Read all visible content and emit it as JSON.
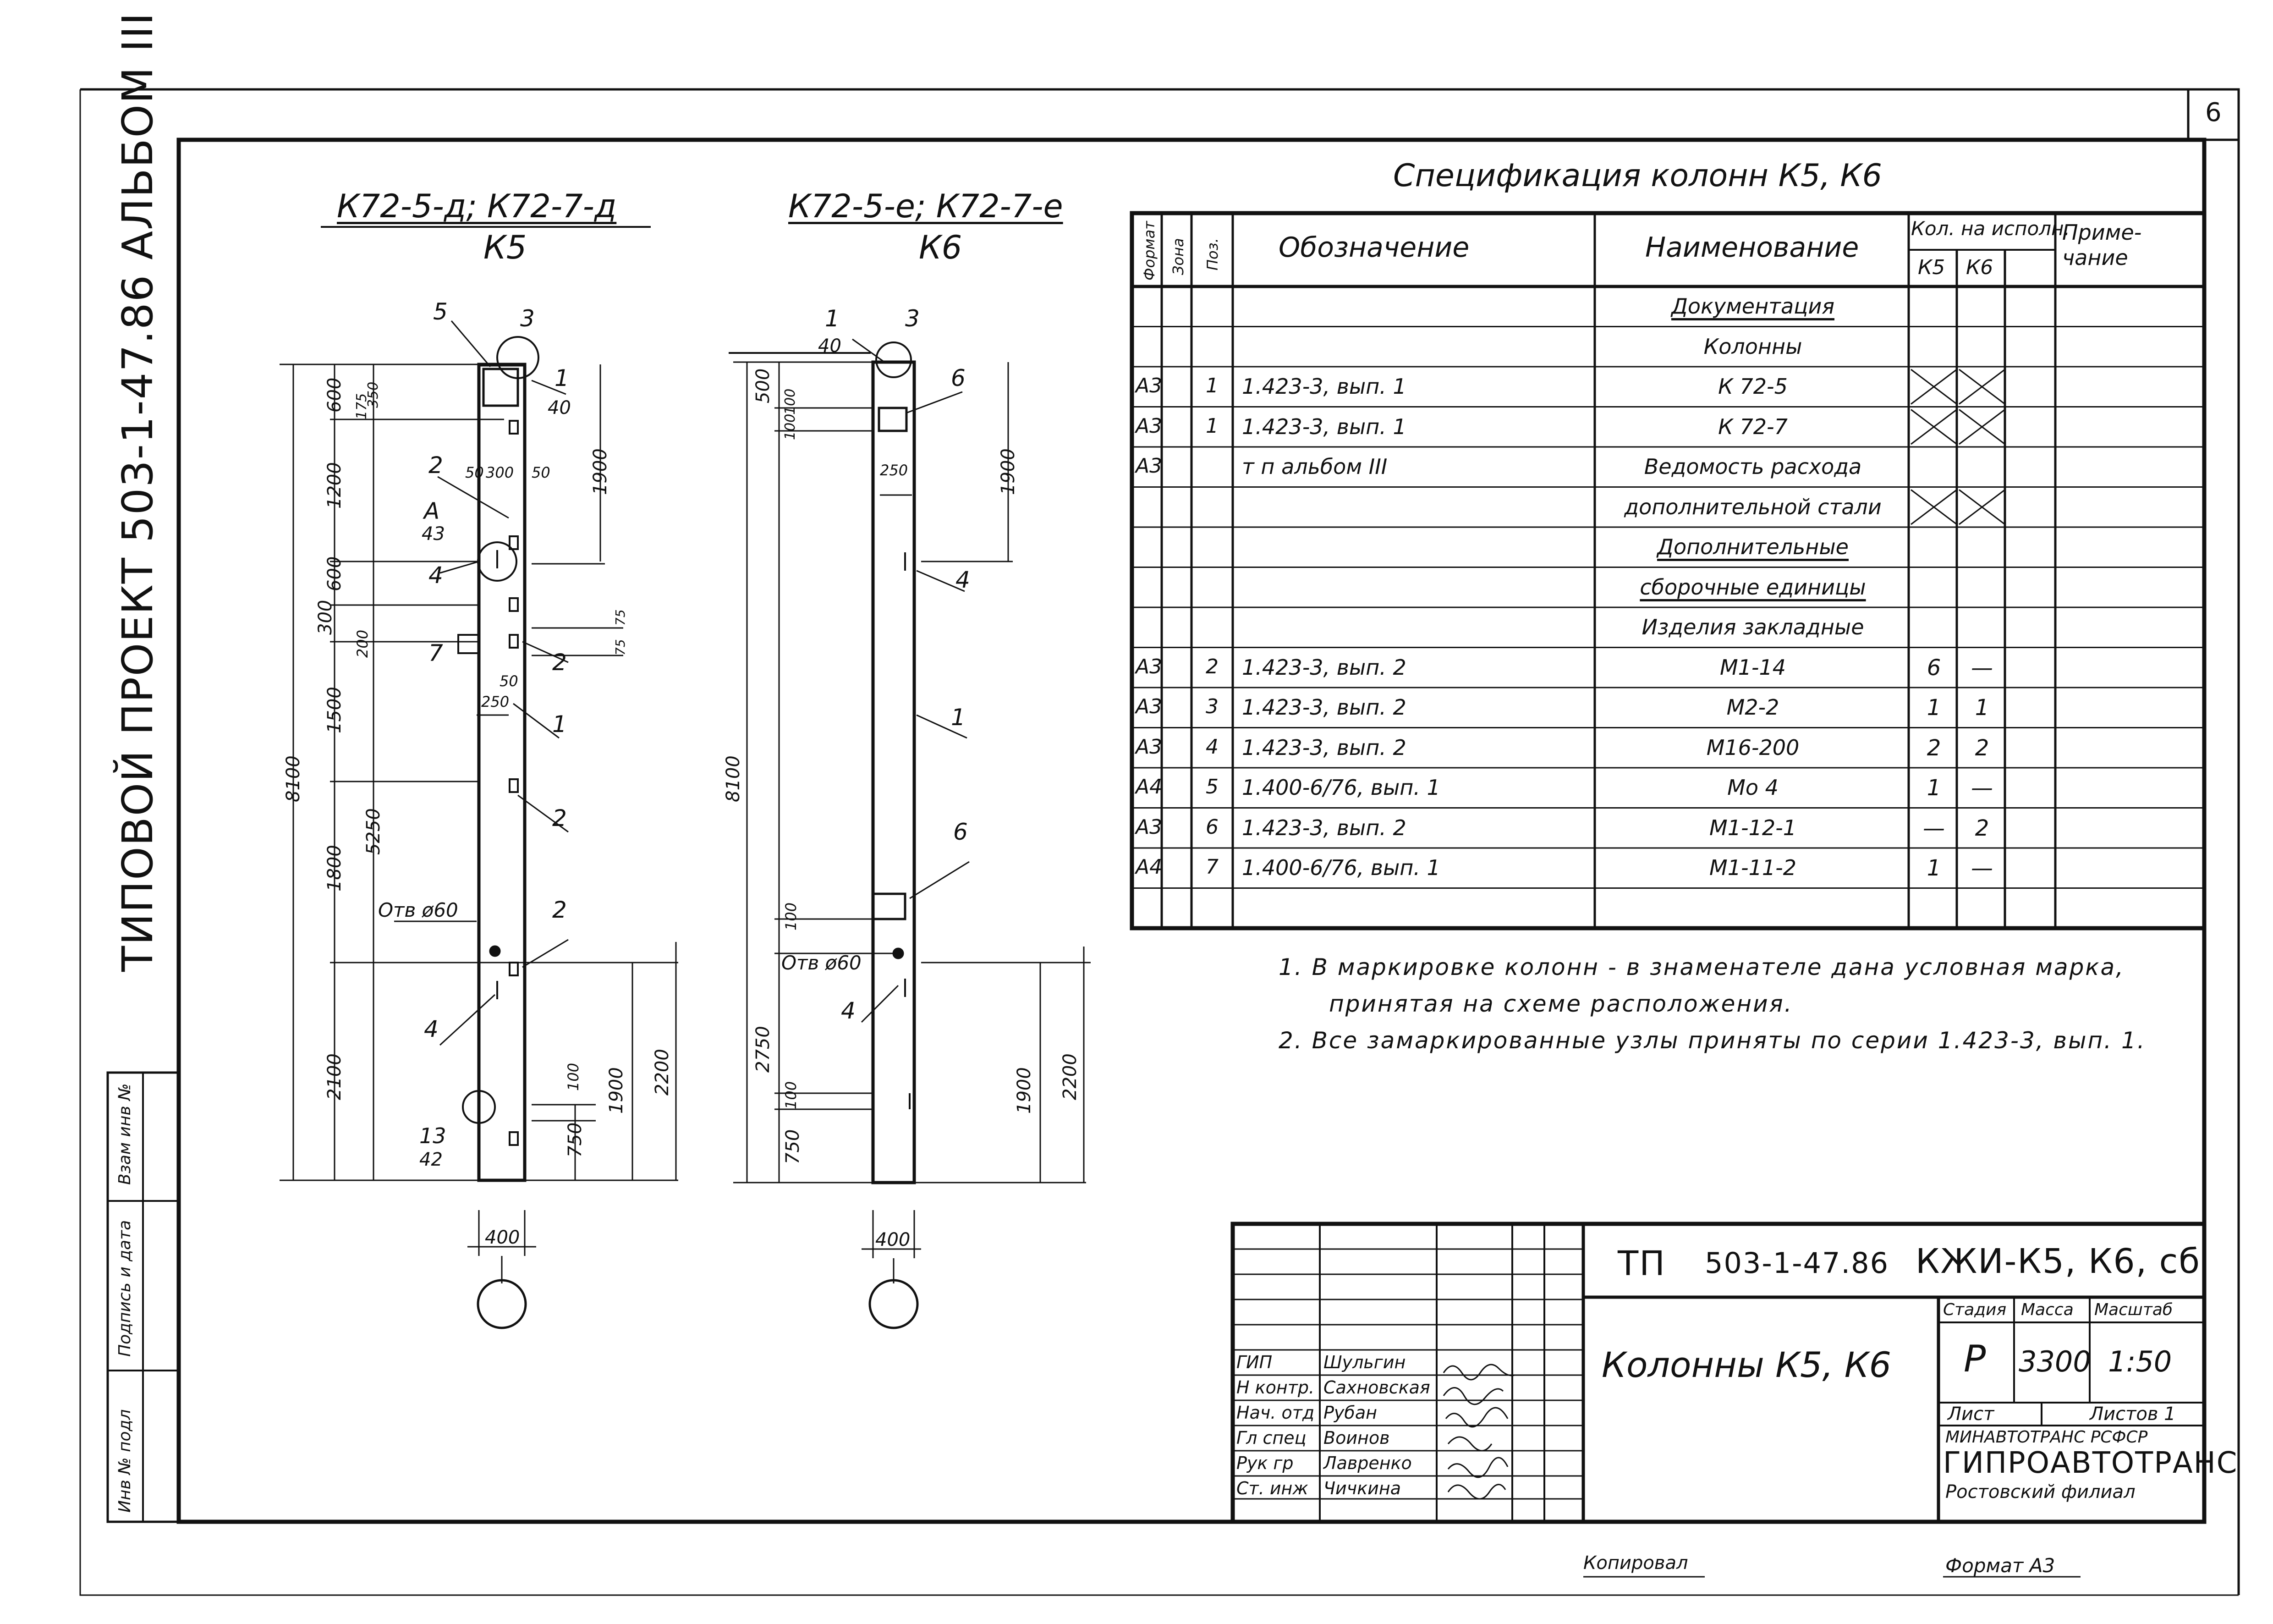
{
  "sheet_number": "6",
  "side_stamp": {
    "title": "ТИПОВОЙ ПРОЕКТ   503-1-47.86   АЛЬБОМ III",
    "field_1": "Взам инв №",
    "field_2": "Подпись и дата",
    "field_3": "Инв № подл"
  },
  "drawing_k5": {
    "title_line1": "К72-5-д; К72-7-д",
    "title_line2": "К5",
    "callouts": [
      "5",
      "3",
      "1",
      "40",
      "2",
      "A",
      "43",
      "4",
      "7",
      "2",
      "1",
      "2",
      "2",
      "4",
      "13",
      "42"
    ],
    "hole_label": "Отв ø60",
    "dims": [
      "600",
      "1200",
      "600",
      "300",
      "1500",
      "1800",
      "2100",
      "8100",
      "5250",
      "175",
      "350",
      "1900",
      "50",
      "300",
      "50",
      "200",
      "75",
      "75",
      "50",
      "250",
      "100",
      "750",
      "1900",
      "2200",
      "400"
    ]
  },
  "drawing_k6": {
    "title_line1": "К72-5-е; К72-7-е",
    "title_line2": "К6",
    "callouts": [
      "1",
      "40",
      "3",
      "6",
      "4",
      "1",
      "6",
      "4"
    ],
    "hole_label": "Отв ø60",
    "dims": [
      "500",
      "100",
      "100",
      "250",
      "1900",
      "8100",
      "100",
      "2750",
      "100",
      "750",
      "1900",
      "2200",
      "400"
    ]
  },
  "spec": {
    "title": "Спецификация колонн К5, К6",
    "headers": {
      "format": "Формат",
      "zone": "Зона",
      "pos": "Поз.",
      "designation": "Обозначение",
      "name": "Наименование",
      "qty": "Кол. на исполн.",
      "k5": "К5",
      "k6": "К6",
      "note": "Приме-чание"
    },
    "rows": [
      {
        "format": "",
        "pos": "",
        "designation": "",
        "name": "Документация",
        "k5": "",
        "k6": "",
        "style": "ul"
      },
      {
        "format": "",
        "pos": "",
        "designation": "",
        "name": "Колонны",
        "k5": "",
        "k6": ""
      },
      {
        "format": "А3",
        "pos": "1",
        "designation": "1.423-3, вып. 1",
        "name": "К 72-5",
        "k5": "X",
        "k6": "X"
      },
      {
        "format": "А3",
        "pos": "1",
        "designation": "1.423-3, вып. 1",
        "name": "К 72-7",
        "k5": "X",
        "k6": "X"
      },
      {
        "format": "А3",
        "pos": "",
        "designation": "т п        альбом III",
        "name": "Ведомость расхода",
        "k5": "",
        "k6": ""
      },
      {
        "format": "",
        "pos": "",
        "designation": "",
        "name": "дополнительной стали",
        "k5": "X",
        "k6": "X"
      },
      {
        "format": "",
        "pos": "",
        "designation": "",
        "name": "Дополнительные",
        "k5": "",
        "k6": "",
        "style": "ul"
      },
      {
        "format": "",
        "pos": "",
        "designation": "",
        "name": "сборочные единицы",
        "k5": "",
        "k6": "",
        "style": "ul"
      },
      {
        "format": "",
        "pos": "",
        "designation": "",
        "name": "Изделия закладные",
        "k5": "",
        "k6": ""
      },
      {
        "format": "А3",
        "pos": "2",
        "designation": "1.423-3, вып. 2",
        "name": "М1-14",
        "k5": "6",
        "k6": "—"
      },
      {
        "format": "А3",
        "pos": "3",
        "designation": "1.423-3, вып. 2",
        "name": "М2-2",
        "k5": "1",
        "k6": "1"
      },
      {
        "format": "А3",
        "pos": "4",
        "designation": "1.423-3, вып. 2",
        "name": "М16-200",
        "k5": "2",
        "k6": "2"
      },
      {
        "format": "А4",
        "pos": "5",
        "designation": "1.400-6/76, вып. 1",
        "name": "Мо 4",
        "k5": "1",
        "k6": "—"
      },
      {
        "format": "А3",
        "pos": "6",
        "designation": "1.423-3, вып. 2",
        "name": "М1-12-1",
        "k5": "—",
        "k6": "2"
      },
      {
        "format": "А4",
        "pos": "7",
        "designation": "1.400-6/76, вып. 1",
        "name": "М1-11-2",
        "k5": "1",
        "k6": "—"
      },
      {
        "format": "",
        "pos": "",
        "designation": "",
        "name": "",
        "k5": "",
        "k6": ""
      }
    ]
  },
  "notes": [
    "1. В маркировке колонн - в знаменателе дана условная марка,",
    "принятая на схеме расположения.",
    "2. Все замаркированные узлы приняты по серии 1.423-3, вып. 1."
  ],
  "title_block": {
    "tp": "ТП",
    "code": "503-1-47.86",
    "doc": "КЖИ-К5, К6, сб",
    "object_name": "Колонны К5, К6",
    "stage_label": "Стадия",
    "mass_label": "Масса",
    "scale_label": "Масштаб",
    "stage": "Р",
    "mass": "3300",
    "scale": "1:50",
    "sheet_label": "Лист",
    "sheets_label": "Листов 1",
    "org_line1": "МИНАВТОТРАНС РСФСР",
    "org_line2": "ГИПРОАВТОТРАНС",
    "org_line3": "Ростовский филиал",
    "signers": [
      {
        "role": "ГИП",
        "name": "Шульгин"
      },
      {
        "role": "Н контр.",
        "name": "Сахновская"
      },
      {
        "role": "Нач. отд",
        "name": "Рубан"
      },
      {
        "role": "Гл спец",
        "name": "Воинов"
      },
      {
        "role": "Рук гр",
        "name": "Лавренко"
      },
      {
        "role": "Ст. инж",
        "name": "Чичкина"
      }
    ]
  },
  "footer": {
    "copied": "Копировал",
    "format": "Формат А3"
  }
}
